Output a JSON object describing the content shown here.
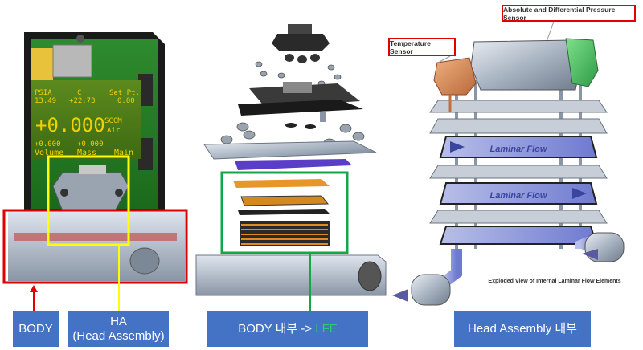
{
  "labels": {
    "body": "BODY",
    "ha_line1": "HA",
    "ha_line2": "(Head Assembly)",
    "body_inner_prefix": "BODY 내부 ->",
    "body_inner_suffix": "LFE",
    "head_inner": "Head Assembly 내부"
  },
  "callouts": {
    "temperature": "Temperature Sensor",
    "pressure": "Absolute and Differential Pressure Sensor"
  },
  "caption": "Exploded View of Internal Laminar Flow Elements",
  "flow_label": "Laminar Flow",
  "lcd": {
    "psia_label": "PSIA",
    "psia_value": "13.49",
    "c_label": "C",
    "c_value": "+22.73",
    "setpt_label": "Set Pt.",
    "setpt_value": "0.00",
    "main_value": "+0.000",
    "unit": "SCCM",
    "gas": "Air",
    "vol_value": "+0.000",
    "vol_label": "Volume",
    "mass_value": "+0.000",
    "mass_label": "Mass",
    "main_label": "Main"
  },
  "colors": {
    "label_bg": "#4472c4",
    "red": "#e00000",
    "yellow": "#ffff00",
    "green": "#12a84a",
    "lfe_text": "#2ecc71"
  }
}
